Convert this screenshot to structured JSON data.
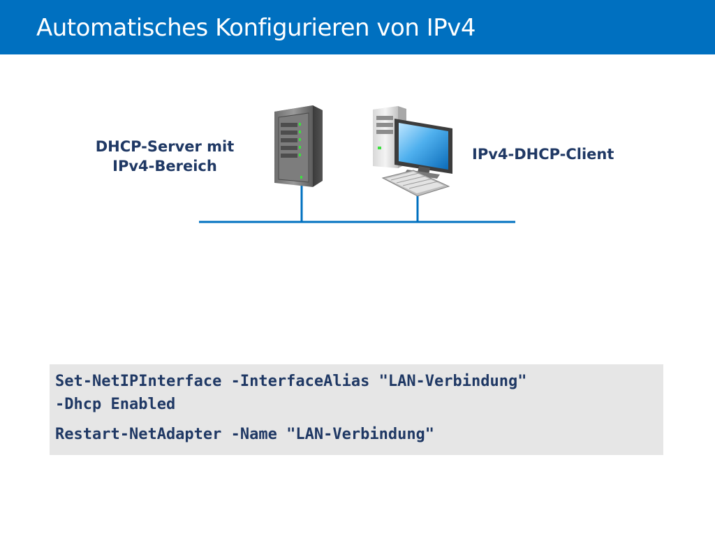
{
  "slide": {
    "title": "Automatisches Konfigurieren von IPv4"
  },
  "diagram": {
    "server_label_line1": "DHCP-Server mit",
    "server_label_line2": "IPv4-Bereich",
    "client_label": "IPv4-DHCP-Client",
    "server_icon": "server-tower-icon",
    "client_icon": "desktop-computer-icon"
  },
  "code": {
    "line1": "Set-NetIPInterface -InterfaceAlias \"LAN-Verbindung\"",
    "line2": "-Dhcp Enabled",
    "line3": "Restart-NetAdapter -Name \"LAN-Verbindung\""
  },
  "colors": {
    "title_bar": "#0070c0",
    "label_text": "#1f3864",
    "network_line": "#0070c0",
    "code_background": "#e6e6e6"
  }
}
